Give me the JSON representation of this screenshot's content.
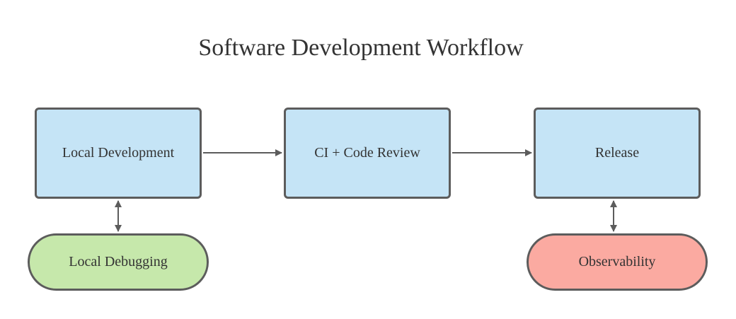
{
  "diagram": {
    "title": "Software Development Workflow",
    "nodes": [
      {
        "id": "local-development",
        "label": "Local Development",
        "shape": "rectangle",
        "fill": "#c5e4f6"
      },
      {
        "id": "ci-code-review",
        "label": "CI + Code Review",
        "shape": "rectangle",
        "fill": "#c5e4f6"
      },
      {
        "id": "release",
        "label": "Release",
        "shape": "rectangle",
        "fill": "#c5e4f6"
      },
      {
        "id": "local-debugging",
        "label": "Local Debugging",
        "shape": "pill",
        "fill": "#c6e8ab"
      },
      {
        "id": "observability",
        "label": "Observability",
        "shape": "pill",
        "fill": "#fbaaa1"
      }
    ],
    "edges": [
      {
        "from": "local-development",
        "to": "ci-code-review",
        "direction": "forward"
      },
      {
        "from": "ci-code-review",
        "to": "release",
        "direction": "forward"
      },
      {
        "from": "local-development",
        "to": "local-debugging",
        "direction": "bidirectional"
      },
      {
        "from": "release",
        "to": "observability",
        "direction": "bidirectional"
      }
    ],
    "colors": {
      "stroke": "#5c5c5c",
      "text": "#333333"
    }
  }
}
